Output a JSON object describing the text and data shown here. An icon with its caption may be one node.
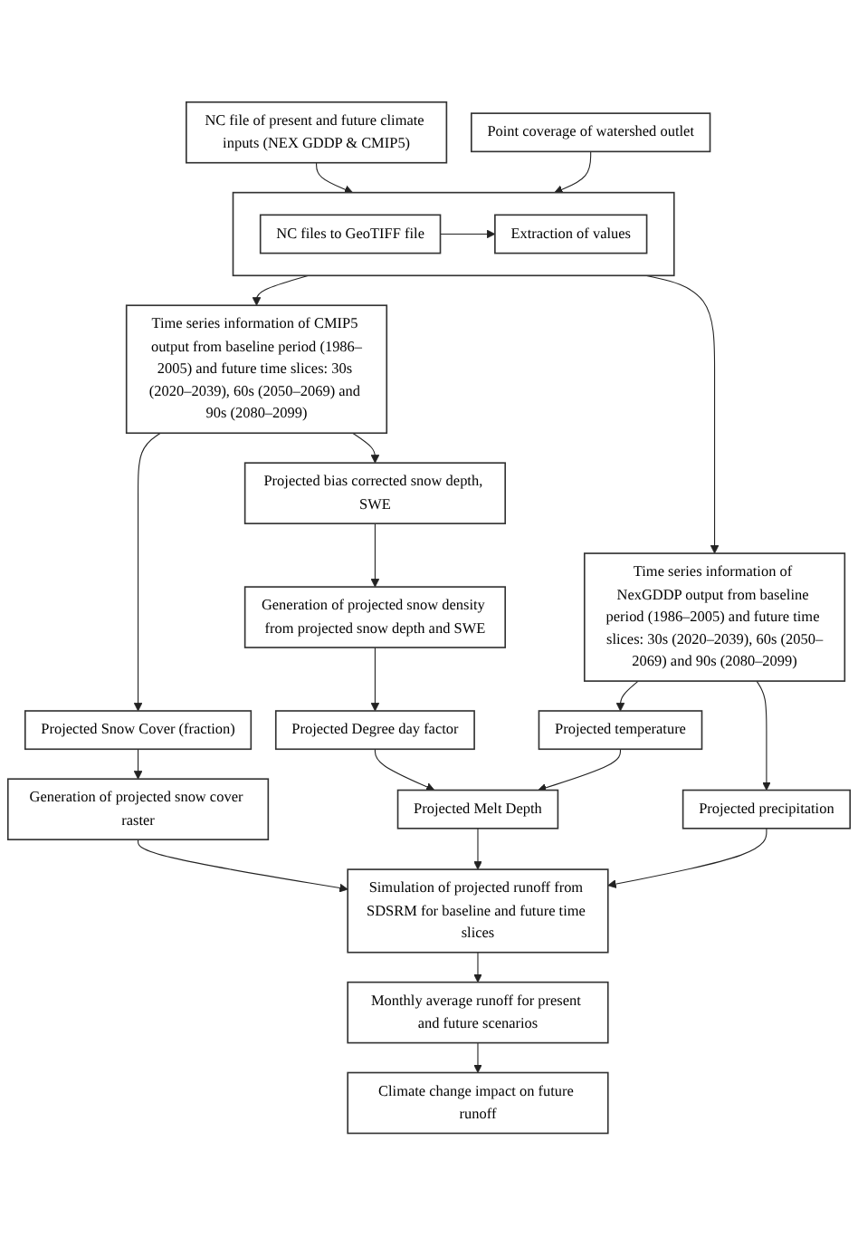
{
  "diagram": {
    "nodes": [
      {
        "text": [
          "NC file of present and future climate inputs (NEX GDDP & CMIP5)"
        ]
      },
      {
        "text": [
          "Point coverage of watershed outlet"
        ]
      },
      {
        "text": [],
        "shape": "box"
      },
      {
        "text": [
          "NC files to GeoTIFF file"
        ],
        "in": 2
      },
      {
        "text": [
          "Extraction of values"
        ],
        "in": 2
      },
      {
        "text": [
          "Time series information of CMIP5 output from baseline period (1986–2005) and future time slices: 30s (2020–2039), 60s (2050–2069) and 90s (2080–2099)"
        ]
      },
      {
        "text": [
          "Time series information of NexGDDP output from baseline period (1986–2005) and future time slices: 30s (2020–2039), 60s (2050–2069) and 90s (2080–2099)"
        ]
      },
      {
        "text": [
          "Projected Snow Cover (fraction)"
        ]
      },
      {
        "text": [
          "Projected bias corrected snow depth, SWE"
        ]
      },
      {
        "text": [
          "Projected temperature"
        ]
      },
      {
        "text": [
          "Projected precipitation"
        ]
      },
      {
        "text": [
          "Generation of projected snow cover raster"
        ]
      },
      {
        "text": [
          "Generation of projected snow density from projected snow depth and SWE"
        ]
      },
      {
        "text": [
          "Projected Degree day factor"
        ]
      },
      {
        "text": [
          "Projected Melt Depth"
        ]
      },
      {
        "text": [
          "Simulation of projected runoff from SDSRM for baseline and future time slices"
        ]
      },
      {
        "text": [
          "Monthly average runoff for present and future scenarios"
        ]
      },
      {
        "text": [
          "Climate change impact on future runoff"
        ]
      }
    ],
    "edges": [
      {
        "from": 0,
        "to": 2,
        "arrow": "to"
      },
      {
        "from": 1,
        "to": 2,
        "arrow": "to"
      },
      {
        "from": 3,
        "to": 4,
        "arrow": "to"
      },
      {
        "from": 2,
        "to": 5,
        "arrow": "to"
      },
      {
        "from": 2,
        "to": 6,
        "arrow": "to"
      },
      {
        "from": 5,
        "to": 7,
        "arrow": "to"
      },
      {
        "from": 5,
        "to": 8,
        "arrow": "to"
      },
      {
        "from": 6,
        "to": 9,
        "arrow": "to"
      },
      {
        "from": 6,
        "to": 10,
        "arrow": "to"
      },
      {
        "from": 7,
        "to": 11,
        "arrow": "to"
      },
      {
        "from": 8,
        "to": 12,
        "arrow": "to"
      },
      {
        "from": 12,
        "to": 13,
        "arrow": "to"
      },
      {
        "from": 13,
        "to": 14,
        "arrow": "to"
      },
      {
        "from": 9,
        "to": 14,
        "arrow": "to"
      },
      {
        "from": 11,
        "to": 15,
        "arrow": "to"
      },
      {
        "from": 14,
        "to": 15,
        "arrow": "to"
      },
      {
        "from": 10,
        "to": 15,
        "arrow": "to"
      },
      {
        "from": 15,
        "to": 16,
        "arrow": "to"
      },
      {
        "from": 16,
        "to": 17,
        "arrow": "to"
      }
    ]
  }
}
